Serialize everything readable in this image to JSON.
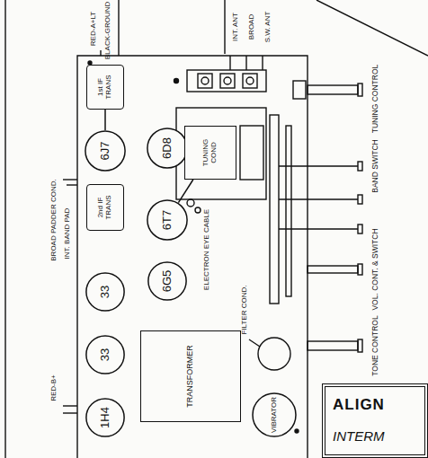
{
  "diagram": {
    "nodes": [
      {
        "text": [
          "1st IF TRANS"
        ]
      },
      {
        "text": [
          "6J7"
        ]
      },
      {
        "text": [
          "6D8"
        ]
      },
      {
        "text": [
          "2nd IF TRANS"
        ]
      },
      {
        "text": [
          "6T7"
        ]
      },
      {
        "text": [
          "6G5"
        ]
      },
      {
        "text": [
          "33"
        ]
      },
      {
        "text": [
          "33"
        ]
      },
      {
        "text": [
          "TUNING COND"
        ]
      },
      {
        "text": [
          "TRANSFORMER"
        ]
      },
      {
        "text": [
          "1H4"
        ]
      },
      {
        "text": [
          "VIBRATOR"
        ]
      },
      {
        "text": [
          "ALIGN",
          "INTERM"
        ]
      }
    ],
    "edges": [
      {
        "from": 0,
        "to": 1,
        "arrow": "none"
      },
      {
        "from": 2,
        "to": 8,
        "arrow": "none"
      },
      {
        "from": 4,
        "to": 8,
        "arrow": "none"
      }
    ],
    "labels": [
      "RED-A+LT",
      "BLACK-GROUND",
      "INT. ANT",
      "BROAD",
      "S.W. ANT",
      "BROAD PADDER COND.",
      "INT. BAND PAD",
      "ELECTRON EYE CABLE",
      "FILTER COND.",
      "TUNING CONTROL",
      "BAND SWITCH",
      "VOL. CONT. & SWITCH",
      "TONE CONTROL",
      "RED-B+"
    ]
  }
}
